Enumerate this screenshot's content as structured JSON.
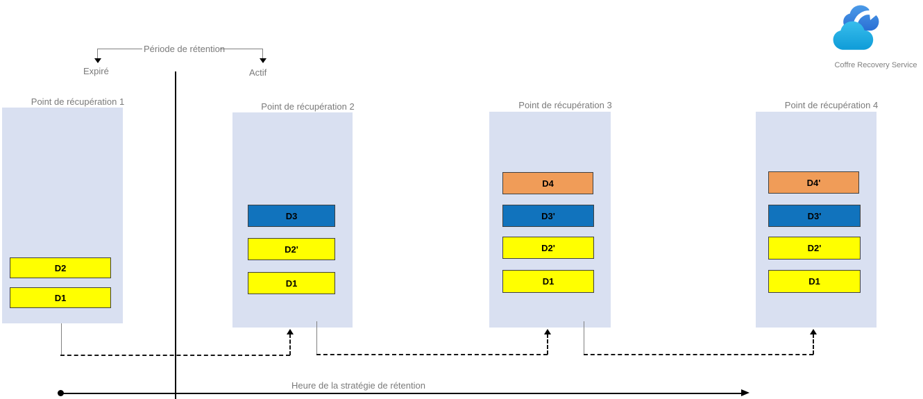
{
  "diagram": {
    "retention": {
      "label": "Période de rétention",
      "expired": "Expiré",
      "active": "Actif"
    },
    "recovery_points": [
      {
        "title": "Point de récupération 1",
        "bars": [
          {
            "label": "D2",
            "color": "yellow"
          },
          {
            "label": "D1",
            "color": "yellow"
          }
        ]
      },
      {
        "title": "Point de récupération 2",
        "bars": [
          {
            "label": "D3",
            "color": "blue"
          },
          {
            "label": "D2'",
            "color": "yellow"
          },
          {
            "label": "D1",
            "color": "yellow"
          }
        ]
      },
      {
        "title": "Point de récupération 3",
        "bars": [
          {
            "label": "D4",
            "color": "orange"
          },
          {
            "label": "D3'",
            "color": "blue"
          },
          {
            "label": "D2'",
            "color": "yellow"
          },
          {
            "label": "D1",
            "color": "yellow"
          }
        ]
      },
      {
        "title": "Point de récupération 4",
        "bars": [
          {
            "label": "D4'",
            "color": "orange"
          },
          {
            "label": "D3'",
            "color": "blue"
          },
          {
            "label": "D2'",
            "color": "yellow"
          },
          {
            "label": "D1",
            "color": "yellow"
          }
        ]
      }
    ],
    "timeline": {
      "label": "Heure de la stratégie de rétention"
    },
    "vault": {
      "label": "Coffre Recovery Service"
    },
    "colors": {
      "bar_yellow": "#FFFF00",
      "bar_blue": "#1173BD",
      "bar_orange": "#F09C58",
      "box_background": "#D9E0F1",
      "text_gray": "#7A7A7A",
      "line_black": "#000000"
    }
  }
}
